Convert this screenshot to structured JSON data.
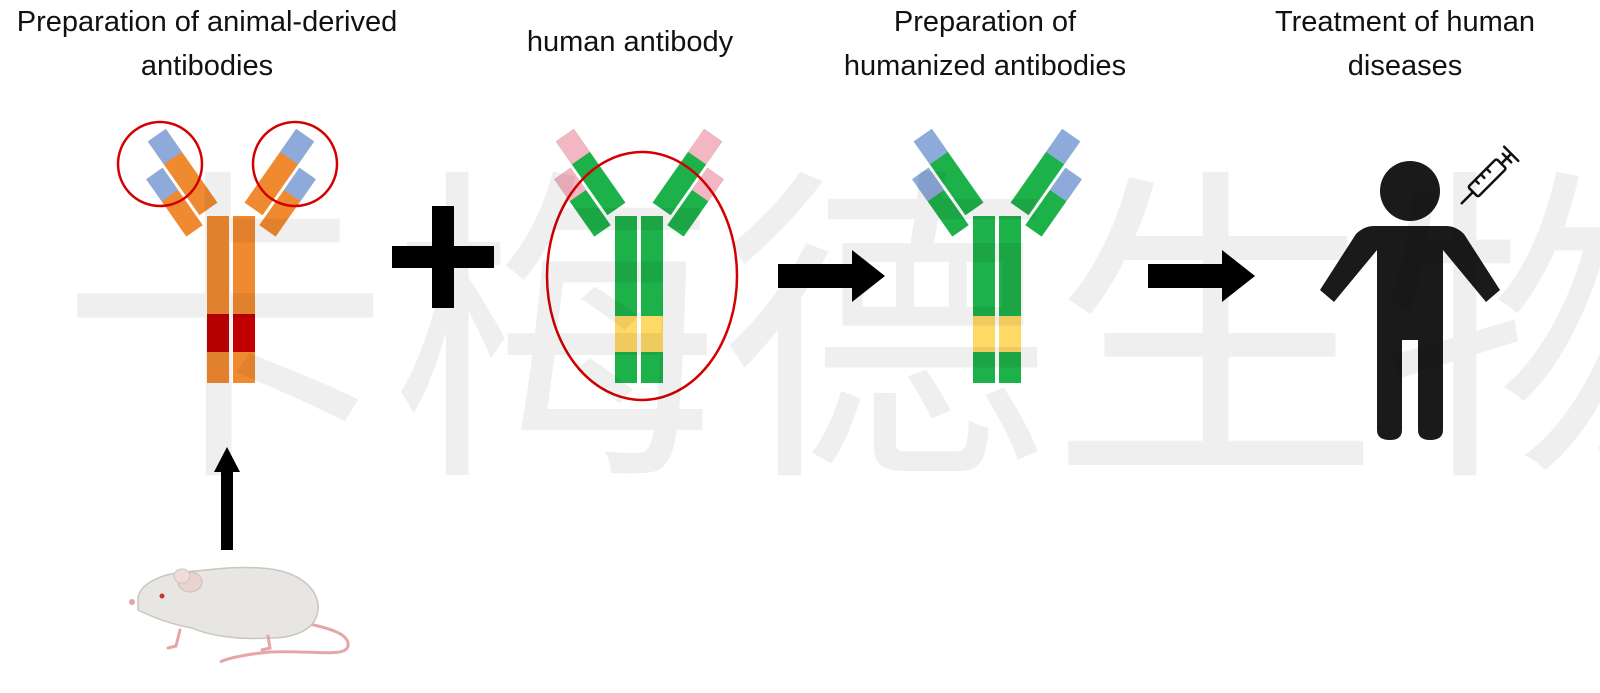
{
  "labels": {
    "animal_derived": [
      "Preparation of animal-derived",
      "antibodies"
    ],
    "human_antibody": [
      "human antibody"
    ],
    "humanized": [
      "Preparation of",
      "humanized antibodies"
    ],
    "treatment": [
      "Treatment of human",
      "diseases"
    ]
  },
  "watermark": [
    "卡",
    "梅",
    "德",
    "生",
    "物"
  ],
  "colors": {
    "mouse_heavy": "#f08a30",
    "mouse_hinge": "#c00000",
    "variable_blue": "#8eaadb",
    "human_heavy": "#1db14a",
    "human_hinge": "#ffd966",
    "human_variable_pink": "#f4b6c2",
    "highlight_circle": "#d40000",
    "arrow": "#000000",
    "person": "#1a1a1a"
  },
  "icons": [
    "plus-icon",
    "arrow-right-icon",
    "arrow-up-icon",
    "person-icon",
    "syringe-icon",
    "mouse-icon"
  ]
}
